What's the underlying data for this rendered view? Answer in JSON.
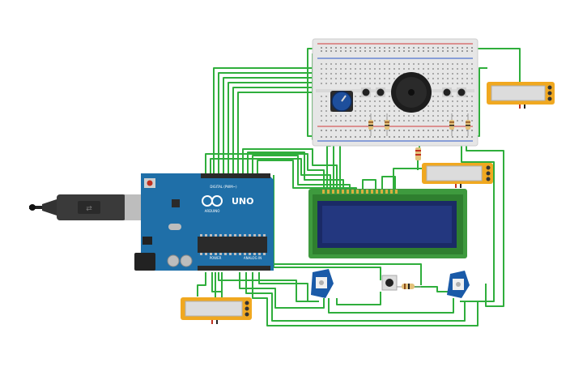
{
  "arduino": {
    "brand": "ARDUINO",
    "model": "UNO",
    "digital_label": "DIGITAL (PWM~)",
    "power_label": "POWER",
    "analog_label": "ANALOG IN",
    "board_color": "#1f6fa8",
    "header_color": "#2a2a2a"
  },
  "breadboard": {
    "color": "#e6e6e6"
  },
  "lcd": {
    "pcb_color": "#3e9a3e",
    "screen_color": "#1a2a66"
  },
  "sensors": {
    "color": "#1a5aa8"
  },
  "meters": {
    "color": "#f0a820"
  },
  "wire_color": "#2fae3c",
  "icons": [
    "usb-cable-icon",
    "potentiometer-icon",
    "buzzer-icon",
    "push-button-icon",
    "resistor-icon"
  ]
}
